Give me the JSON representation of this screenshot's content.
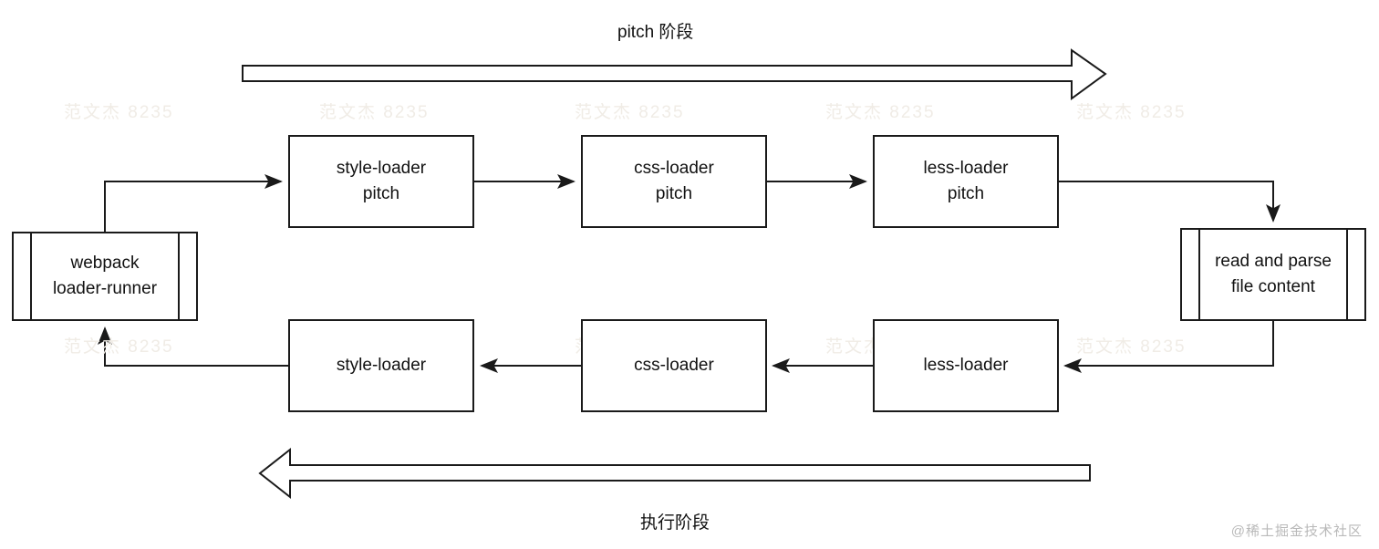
{
  "diagram": {
    "title_top": "pitch 阶段",
    "title_bottom": "执行阶段",
    "watermark": "@稀土掘金技术社区",
    "tile_watermark": "范文杰 8235",
    "stroke_color": "#1a1a1a",
    "background_color": "#ffffff",
    "text_color": "#111111"
  },
  "nodes": {
    "webpack_runner": "webpack\nloader-runner",
    "style_loader_pitch": "style-loader\npitch",
    "css_loader_pitch": "css-loader\npitch",
    "less_loader_pitch": "less-loader\npitch",
    "read_parse": "read and parse\nfile content",
    "style_loader": "style-loader",
    "css_loader": "css-loader",
    "less_loader": "less-loader"
  },
  "flow": {
    "pitch_sequence": [
      "webpack loader-runner",
      "style-loader pitch",
      "css-loader pitch",
      "less-loader pitch",
      "read and parse file content"
    ],
    "execute_sequence": [
      "read and parse file content",
      "less-loader",
      "css-loader",
      "style-loader",
      "webpack loader-runner"
    ]
  }
}
